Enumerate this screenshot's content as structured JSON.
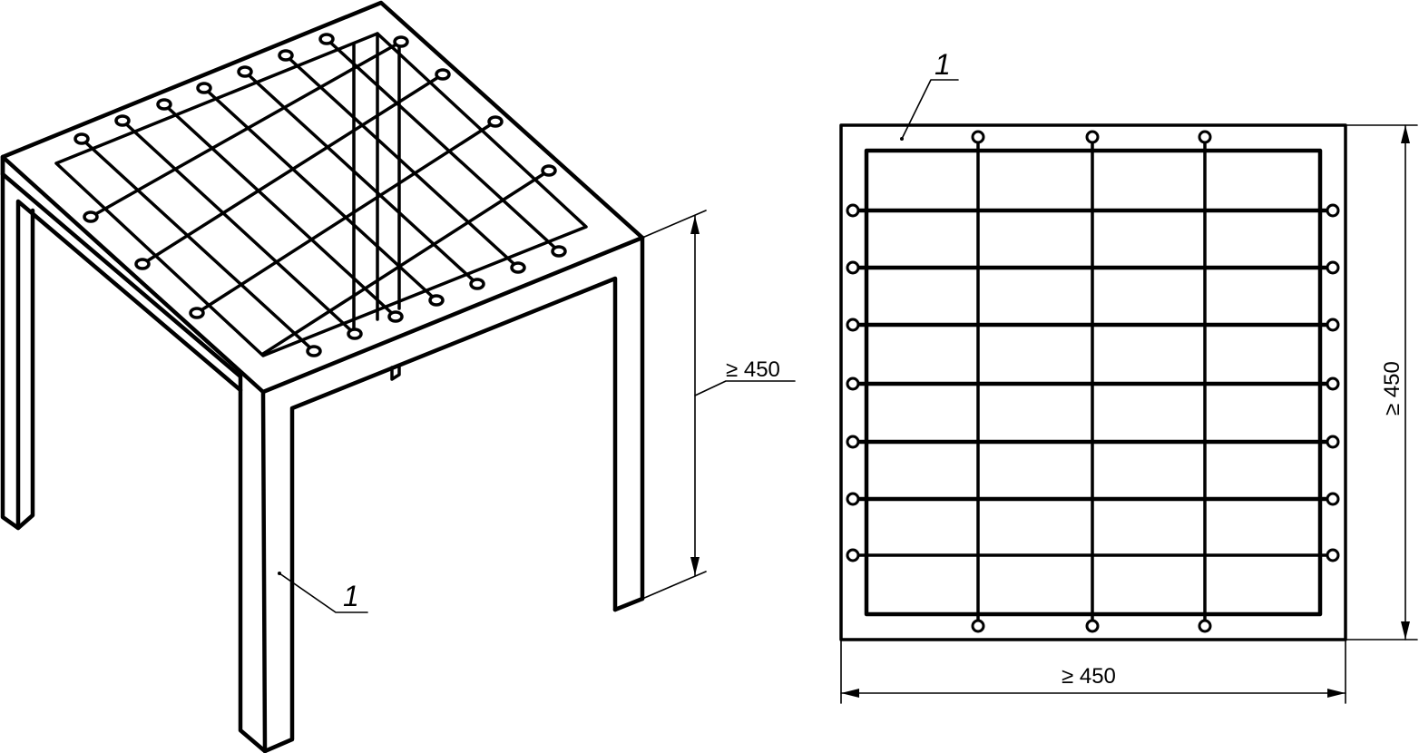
{
  "isometric_view": {
    "callout_label": "1",
    "height_dimension": "≥ 450"
  },
  "plan_view": {
    "callout_label": "1",
    "width_dimension": "≥ 450",
    "height_dimension": "≥ 450"
  }
}
